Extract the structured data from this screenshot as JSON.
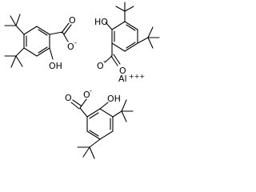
{
  "molecules": [
    {
      "hydroxyl_label": "OH",
      "carbonyl_label": "O",
      "anion_label": "O",
      "charge_label": "-"
    },
    {
      "hydroxyl_label": "HO",
      "carbonyl_label": "O",
      "anion_label": "O",
      "charge_label": "-"
    },
    {
      "hydroxyl_label": "OH",
      "carbonyl_label": "O",
      "anion_label": "O",
      "charge_label": "-"
    }
  ],
  "metal": {
    "symbol": "Al",
    "charge": "+++"
  }
}
